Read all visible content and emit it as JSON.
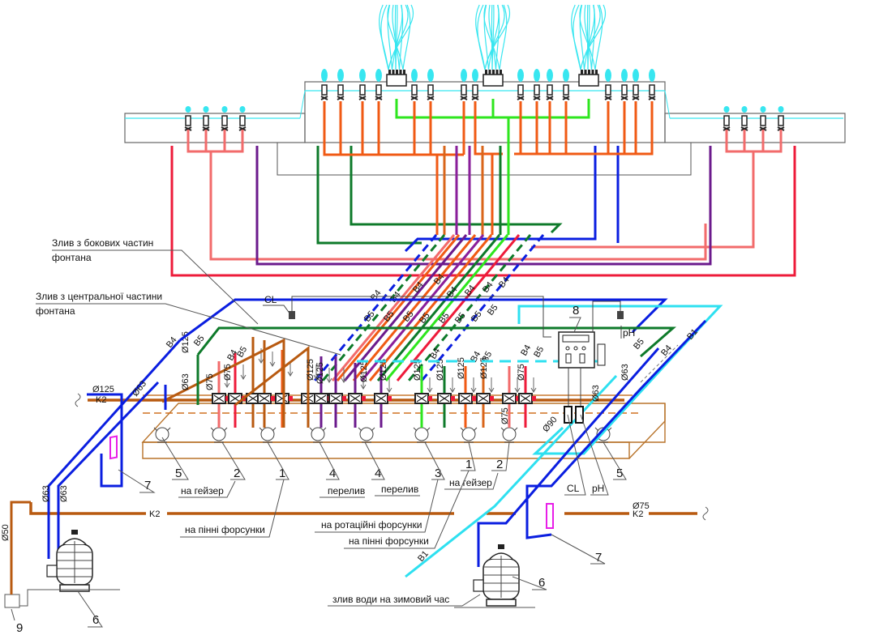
{
  "colors": {
    "blue_b4": "#0a1ee0",
    "green_b5": "#0e7a2a",
    "red": "#ee1b3a",
    "salmon": "#f26b6b",
    "orange": "#f05a14",
    "brown_k2": "#b85a10",
    "purple": "#6b1a8c",
    "lime": "#2ee61e",
    "cyan_b1": "#2ee0f0",
    "magenta": "#e81ee8",
    "outline": "#555555",
    "water": "#38e6f0"
  },
  "annotations": {
    "side_drain": [
      "Злив з бокових частин",
      "фонтана"
    ],
    "central_drain": [
      "Злив з центральної частини",
      "фонтана"
    ],
    "to_geyser_1": "на гейзер",
    "to_geyser_2": "на гейзер",
    "to_foam_1": "на пінні форсунки",
    "to_foam_2": "на пінні форсунки",
    "to_rotary": "на ротаційні форсунки",
    "overflow_1": "перелив",
    "overflow_2": "перелив",
    "winter_drain": "злив води на зимовий час",
    "cl_top": "CL",
    "ph_top": "pH",
    "cl_bottom": "CL",
    "ph_bottom": "pH"
  },
  "callouts": {
    "n1a": "1",
    "n1b": "1",
    "n2a": "2",
    "n2b": "2",
    "n3": "3",
    "n4a": "4",
    "n4b": "4",
    "n5a": "5",
    "n5b": "5",
    "n6a": "6",
    "n6b": "6",
    "n7a": "7",
    "n7b": "7",
    "n8": "8",
    "n9": "9"
  },
  "pipe_labels": {
    "b4": "B4",
    "b5": "B5",
    "b1": "B1",
    "k2": "K2"
  },
  "diameters": {
    "d125_k2": "Ø125",
    "d75_k2": "Ø75",
    "d63": "Ø63",
    "d75": "Ø75",
    "d125": "Ø125",
    "d90": "Ø90",
    "d50": "Ø50"
  }
}
